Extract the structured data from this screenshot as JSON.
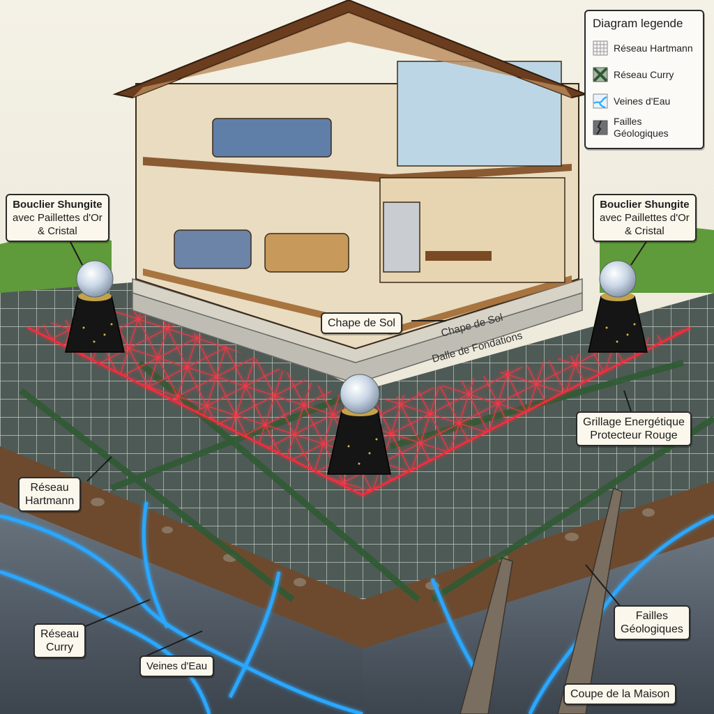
{
  "legend": {
    "title": "Diagram legende",
    "items": [
      {
        "label": "Réseau Hartmann",
        "icon": "hartmann-grid-swatch"
      },
      {
        "label": "Réseau Curry",
        "icon": "curry-grid-swatch"
      },
      {
        "label": "Veines d'Eau",
        "icon": "water-vein-swatch"
      },
      {
        "label_lines": [
          "Failles",
          "Géologiques"
        ],
        "icon": "fault-swatch"
      }
    ]
  },
  "labels": {
    "shield_left": {
      "title": "Bouclier Shungite",
      "line2": "avec Paillettes d'Or",
      "line3": "& Cristal"
    },
    "shield_right": {
      "title": "Bouclier Shungite",
      "line2": "avec Paillettes d'Or",
      "line3": "& Cristal"
    },
    "chape_box": "Chape de Sol",
    "chape_slab": "Chape de Sol",
    "dalle_slab": "Dalle de Fondations",
    "grillage": {
      "line1": "Grillage Energétique",
      "line2": "Protecteur Rouge"
    },
    "hartmann": {
      "line1": "Réseau",
      "line2": "Hartmann"
    },
    "curry": {
      "line1": "Réseau",
      "line2": "Curry"
    },
    "veines": "Veines d'Eau",
    "failles": {
      "line1": "Failles",
      "line2": "Géologiques"
    },
    "coupe": "Coupe de la Maison"
  },
  "colors": {
    "red_grid": "#ff2a3a",
    "curry_green": "#2f5a33",
    "hartmann_white": "#eef2ee",
    "water_blue": "#2aa7ff",
    "soil": "#6d4a2e",
    "rock": "#56606b"
  }
}
